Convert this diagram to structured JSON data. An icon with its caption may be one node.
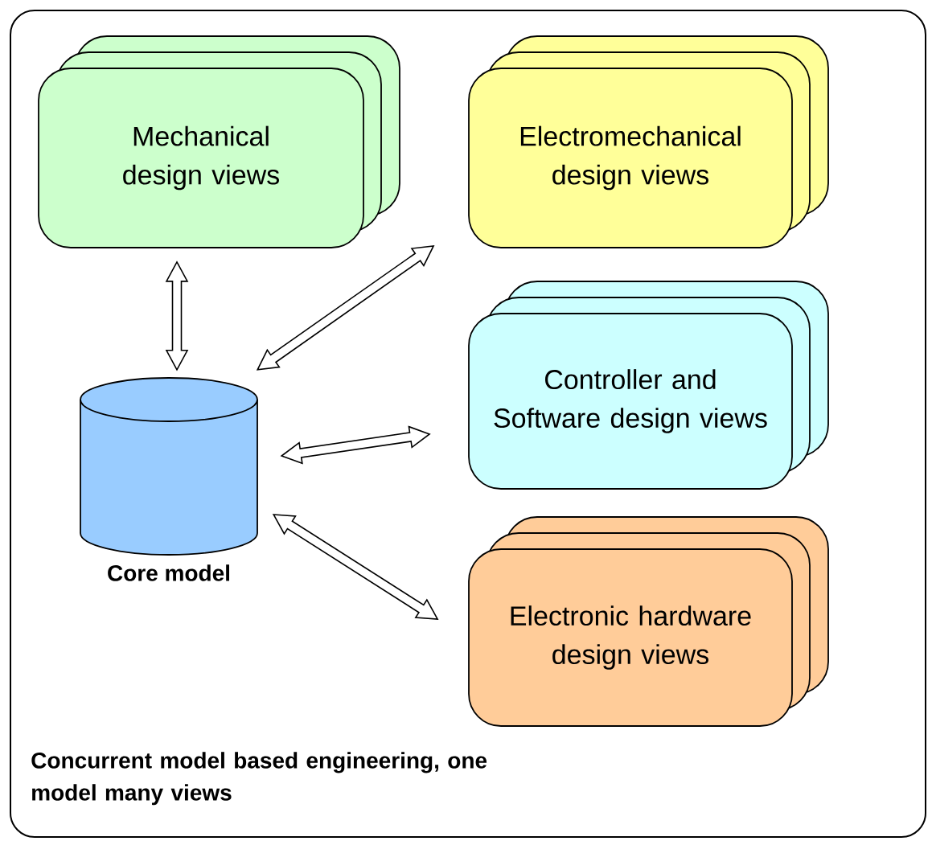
{
  "diagram": {
    "nodes": [
      {
        "text": [
          "Concurrent model based engineering, one model many views"
        ]
      },
      {
        "text": [
          "Mechanical design views"
        ],
        "in": 0
      },
      {
        "text": [
          "Electromechanical design views"
        ],
        "in": 0
      },
      {
        "text": [
          "Controller and Software design views"
        ],
        "in": 0
      },
      {
        "text": [
          "Electronic hardware design views"
        ],
        "in": 0
      },
      {
        "text": [
          "Core model"
        ],
        "in": 0
      }
    ],
    "edges": [
      {
        "from": 5,
        "to": 1,
        "arrow": "both"
      },
      {
        "from": 5,
        "to": 2,
        "arrow": "both"
      },
      {
        "from": 5,
        "to": 3,
        "arrow": "both"
      },
      {
        "from": 5,
        "to": 4,
        "arrow": "both"
      }
    ]
  }
}
